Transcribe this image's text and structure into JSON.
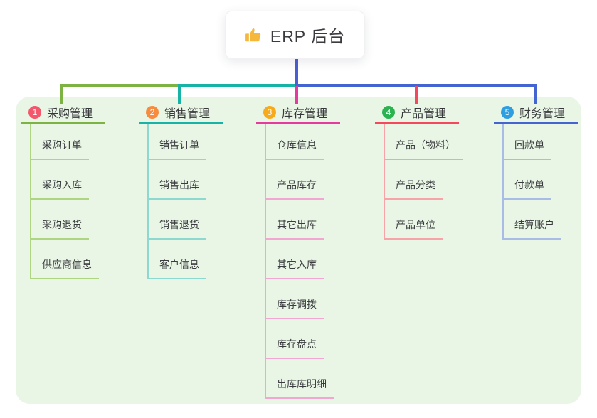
{
  "root": {
    "label": "ERP 后台",
    "icon": "thumbs-up-icon",
    "icon_color": "#f5b83d"
  },
  "theme": {
    "canvas_bg": "#ffffff",
    "panel_bg": "#e9f6e5",
    "root_line_color": "#4a5fd2",
    "title_text_color": "#36373b",
    "child_text_color": "#3a3b3f"
  },
  "branches": [
    {
      "number": "1",
      "title": "采购管理",
      "badge_color": "#f4566c",
      "line_color": "#7cb342",
      "child_line_color": "#aed581",
      "children": [
        "采购订单",
        "采购入库",
        "采购退货",
        "供应商信息"
      ]
    },
    {
      "number": "2",
      "title": "销售管理",
      "badge_color": "#f88b3d",
      "line_color": "#17b3a6",
      "child_line_color": "#8ed9cf",
      "children": [
        "销售订单",
        "销售出库",
        "销售退货",
        "客户信息"
      ]
    },
    {
      "number": "3",
      "title": "库存管理",
      "badge_color": "#f7ab1c",
      "line_color": "#e63a9e",
      "child_line_color": "#f3a6d2",
      "children": [
        "仓库信息",
        "产品库存",
        "其它出库",
        "其它入库",
        "库存调拨",
        "库存盘点",
        "出库库明细"
      ]
    },
    {
      "number": "4",
      "title": "产品管理",
      "badge_color": "#2bb352",
      "line_color": "#f4495d",
      "child_line_color": "#f8a3a8",
      "children": [
        "产品（物料）",
        "产品分类",
        "产品单位"
      ]
    },
    {
      "number": "5",
      "title": "财务管理",
      "badge_color": "#2d9fe1",
      "line_color": "#4464d2",
      "child_line_color": "#a9bce5",
      "children": [
        "回款单",
        "付款单",
        "结算账户"
      ]
    }
  ]
}
